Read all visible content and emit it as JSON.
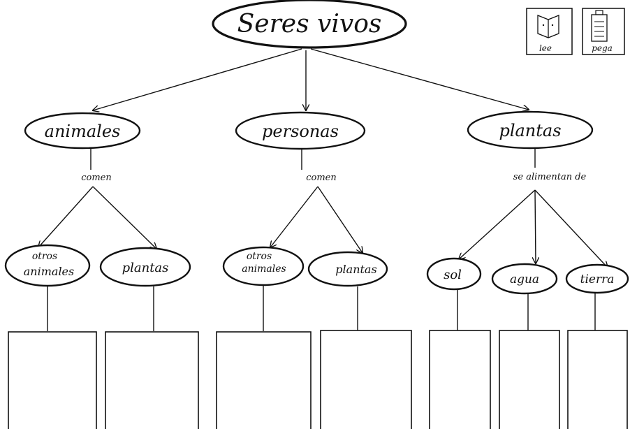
{
  "root": {
    "label": "Seres vivos"
  },
  "icons": [
    {
      "name": "lee-icon",
      "label": "lee"
    },
    {
      "name": "pega-icon",
      "label": "pega"
    }
  ],
  "categories": [
    {
      "label": "animales",
      "link": "comen",
      "children": [
        {
          "label": "otros animales",
          "line1": "otros",
          "line2": "animales"
        },
        {
          "label": "plantas"
        }
      ]
    },
    {
      "label": "personas",
      "link": "comen",
      "children": [
        {
          "label": "otros animales",
          "line1": "otros",
          "line2": "animales"
        },
        {
          "label": "plantas"
        }
      ]
    },
    {
      "label": "plantas",
      "link": "se alimentan de",
      "children": [
        {
          "label": "sol"
        },
        {
          "label": "agua"
        },
        {
          "label": "tierra"
        }
      ]
    }
  ]
}
